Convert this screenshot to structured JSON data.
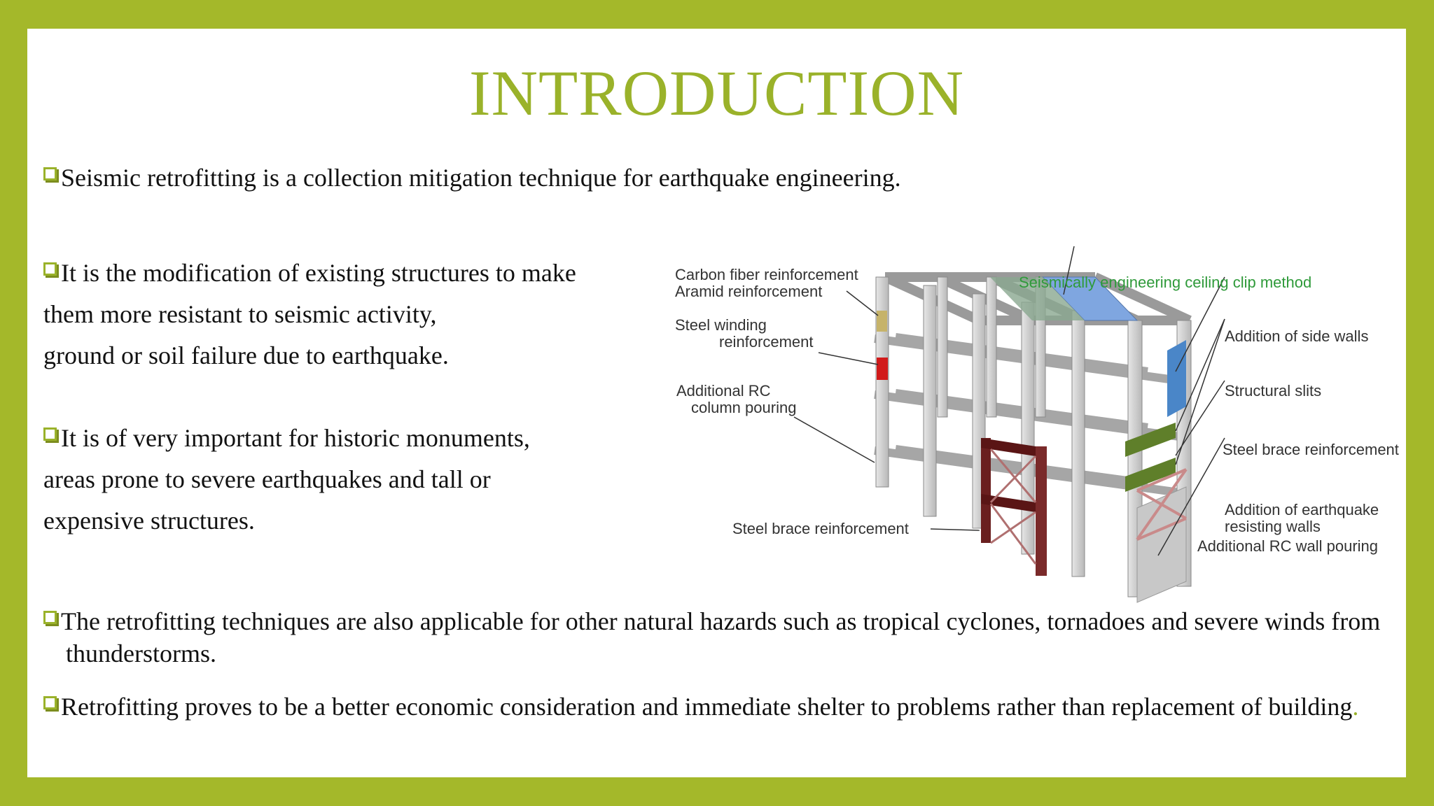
{
  "title": "INTRODUCTION",
  "bullets": [
    "Seismic retrofitting is a collection mitigation technique for earthquake engineering.",
    "It is the modification of existing structures to make",
    "It is of very important for historic monuments,",
    "The retrofitting techniques are also applicable for other natural hazards such as tropical cyclones, tornadoes and severe winds from thunderstorms.",
    "Retrofitting proves to be a better economic consideration and immediate shelter to problems rather than replacement of building"
  ],
  "bullet2_lines": [
    "them more resistant to seismic activity,",
    "ground or soil failure due to earthquake."
  ],
  "bullet3_lines": [
    "areas prone to severe earthquakes and tall or",
    "expensive structures."
  ],
  "bullet5_end": ".",
  "diagram_labels": {
    "carbon_fiber": "Carbon fiber reinforcement",
    "aramid": "Aramid reinforcement",
    "steel_winding_1": "Steel winding",
    "steel_winding_2": "reinforcement",
    "rc_column_1": "Additional RC",
    "rc_column_2": "column pouring",
    "steel_brace_left": "Steel brace reinforcement",
    "ceiling_clip": "Seismically engineering ceiling clip method",
    "side_walls": "Addition of side walls",
    "structural_slits": "Structural slits",
    "steel_brace_right": "Steel brace reinforcement",
    "eq_walls_1": "Addition of earthquake",
    "eq_walls_2": "resisting walls",
    "rc_wall": "Additional RC wall pouring"
  },
  "colors": {
    "frame": "#a4b82a",
    "title": "#9ab22a",
    "bullet_box": "#9ab22a",
    "label_green": "#2f9a3a",
    "steel_brace": "#7a2a2a",
    "side_wall": "#4a86c8",
    "slit": "#5f7f2a"
  }
}
